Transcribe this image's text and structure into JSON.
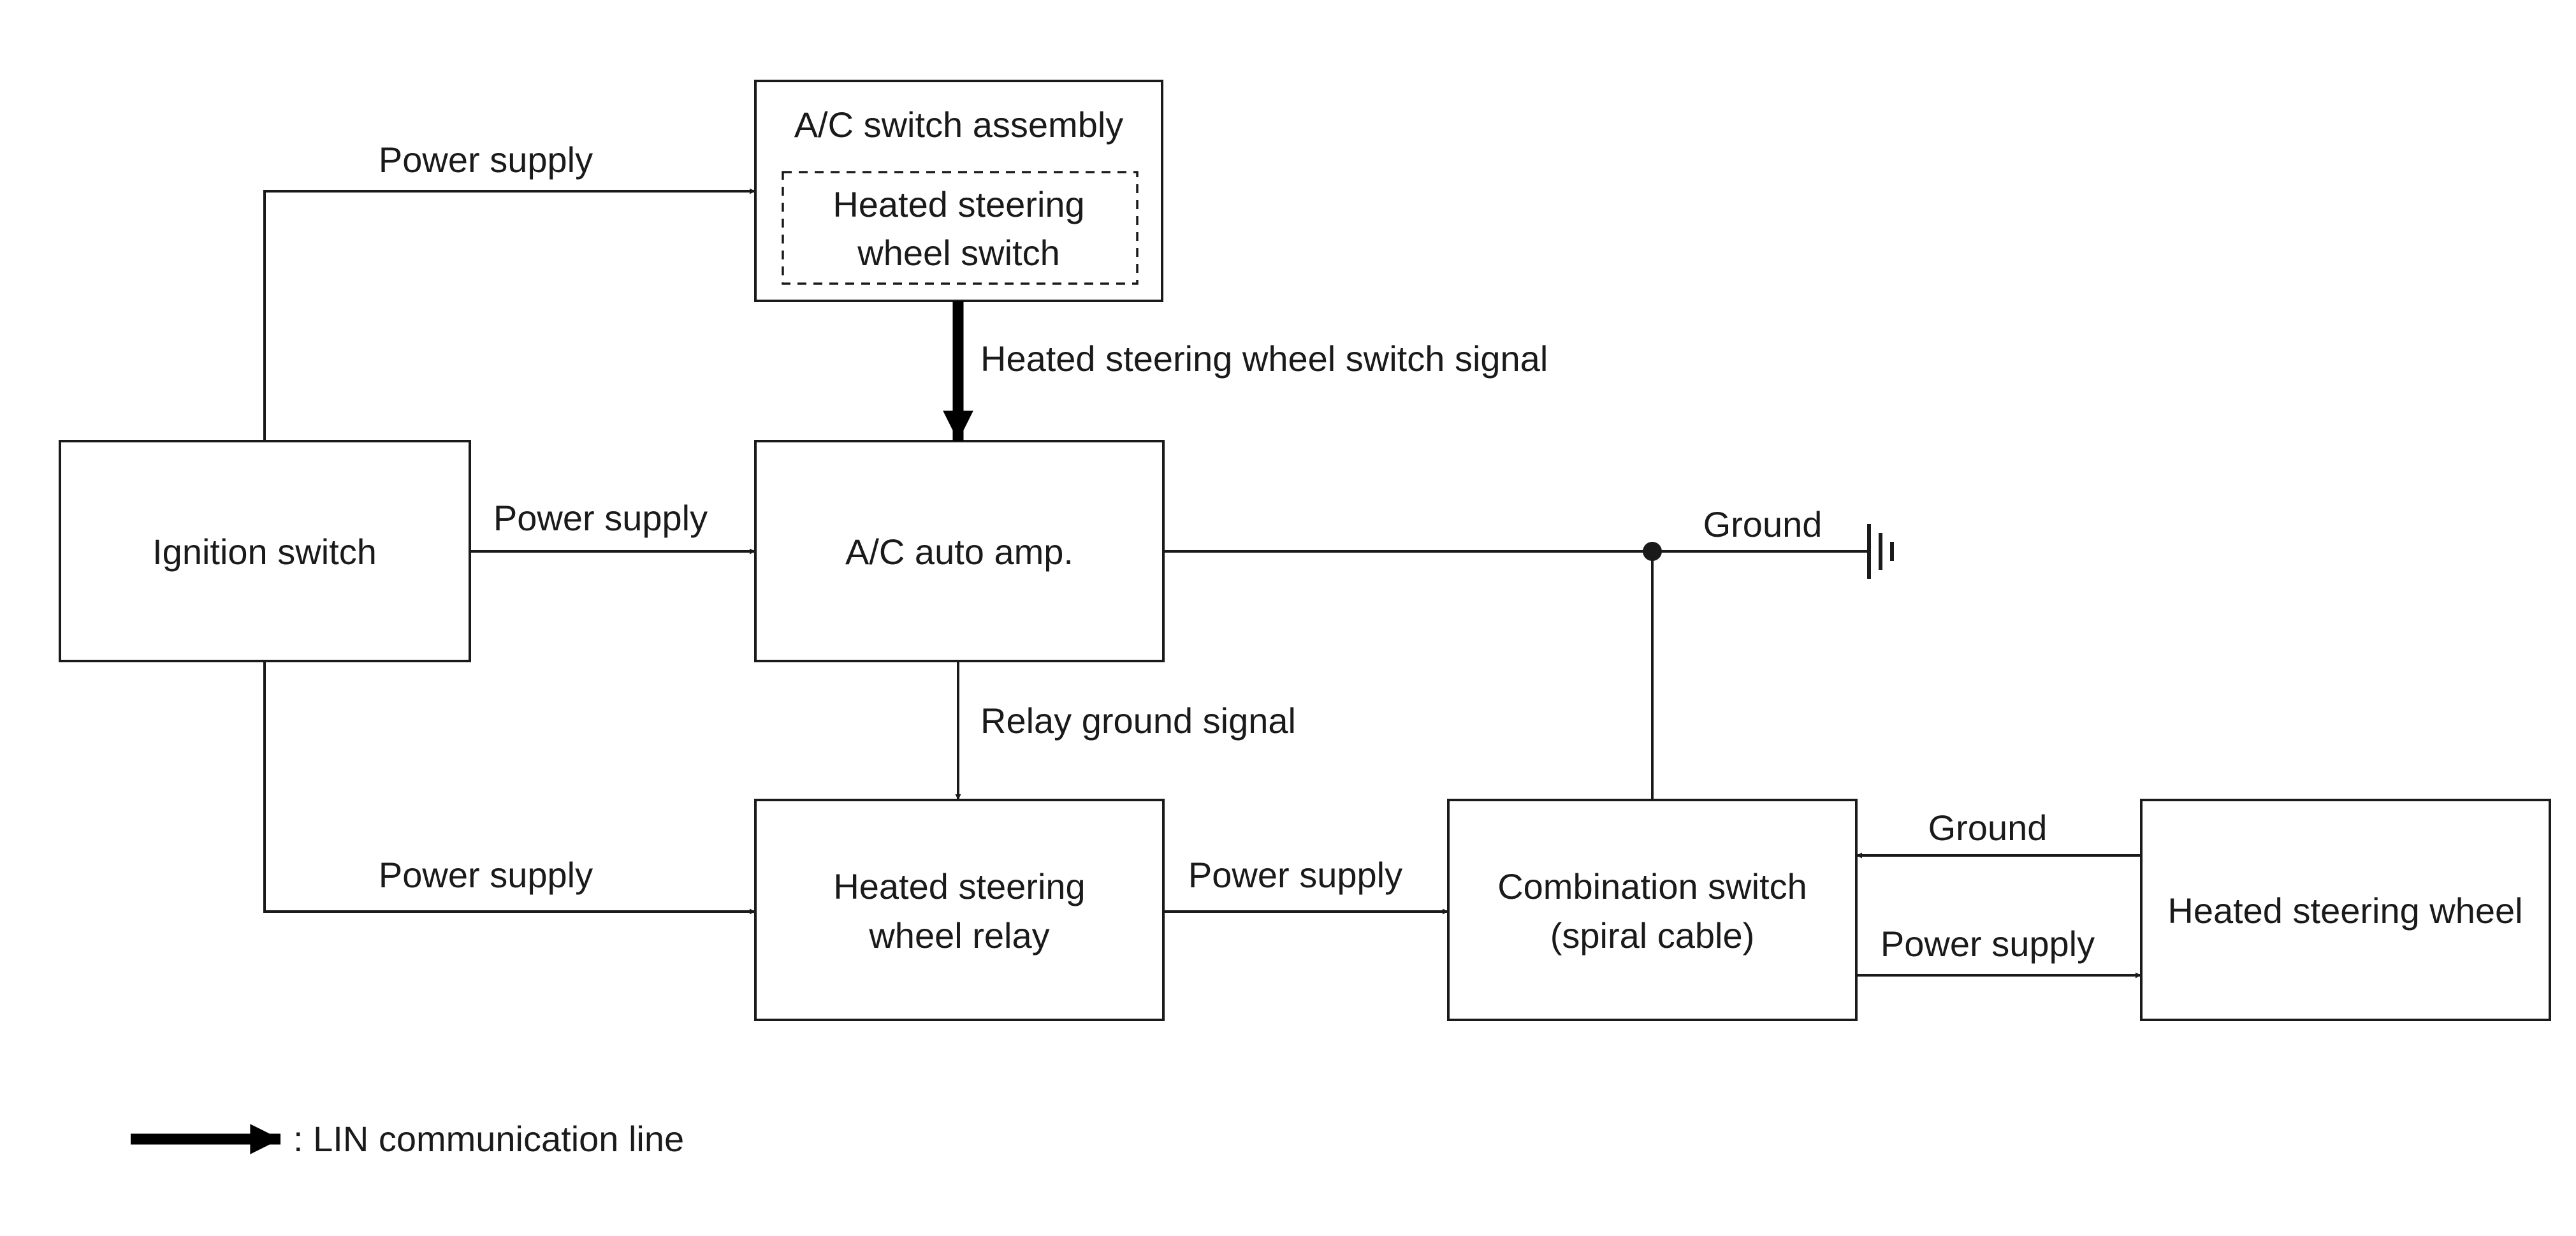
{
  "blocks": {
    "ac_switch_assembly": "A/C switch assembly",
    "heated_switch_line1": "Heated steering",
    "heated_switch_line2": "wheel switch",
    "ignition_switch": "Ignition switch",
    "ac_auto_amp": "A/C auto amp.",
    "relay_line1": "Heated steering",
    "relay_line2": "wheel relay",
    "combination_line1": "Combination switch",
    "combination_line2": "(spiral cable)",
    "heated_steering_wheel": "Heated steering wheel"
  },
  "connections": {
    "power_supply_top": "Power supply",
    "power_supply_mid": "Power supply",
    "power_supply_bottom": "Power supply",
    "power_supply_relay": "Power supply",
    "power_supply_wheel": "Power supply",
    "switch_signal": "Heated steering wheel switch signal",
    "relay_ground_signal": "Relay ground signal",
    "ground_top": "Ground",
    "ground_wheel": "Ground"
  },
  "legend": {
    "lin_label": ": LIN communication line"
  }
}
